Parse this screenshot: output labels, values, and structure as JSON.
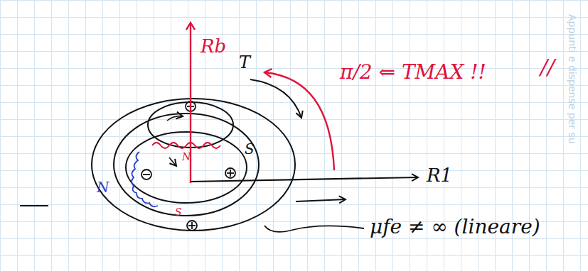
{
  "diagram": {
    "labels": [
      "Rb",
      "T",
      "π/2 ⇐ TMAX !!",
      "//",
      "R1",
      "μfe ≠ ∞ (lineare)",
      "N",
      "S",
      "S",
      "N",
      "Appunti e dispense per su"
    ]
  }
}
